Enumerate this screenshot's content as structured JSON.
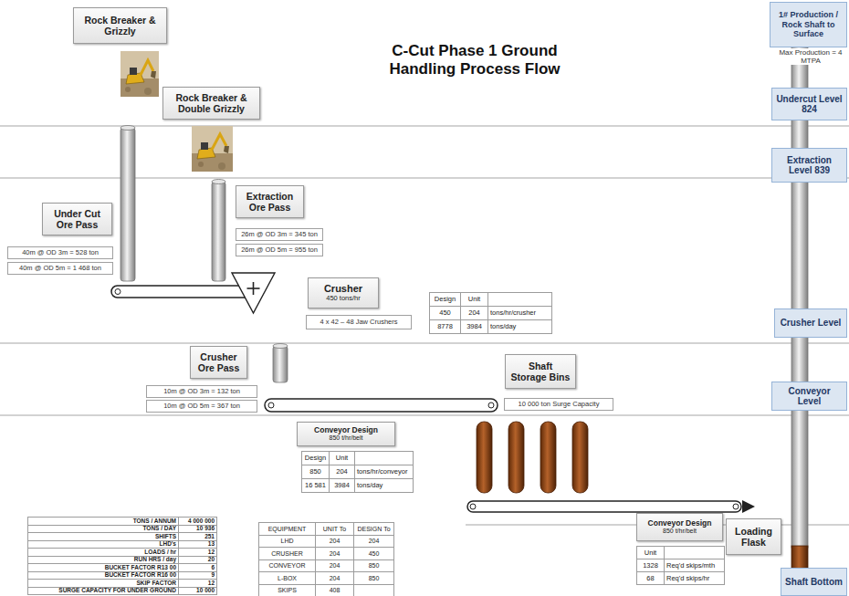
{
  "diagram": {
    "title": "C-Cut Phase 1 Ground Handling Process Flow",
    "nodes": [
      {
        "text": [
          "1# Production / Rock Shaft to Surface"
        ]
      },
      {
        "text": [
          "Rock Breaker & Grizzly"
        ]
      },
      {
        "text": [
          "Undercut Level 824"
        ]
      },
      {
        "text": [
          "Rock Breaker & Double Grizzly"
        ]
      },
      {
        "text": [
          "Extraction Level 839"
        ]
      },
      {
        "text": [
          "Extraction Ore Pass"
        ]
      },
      {
        "text": [
          "Under Cut Ore Pass"
        ]
      },
      {
        "text": [
          "26m @ OD 3m = 345 ton"
        ]
      },
      {
        "text": [
          "26m @ OD 5m = 955 ton"
        ]
      },
      {
        "text": [
          "40m @ OD 3m = 528 ton"
        ]
      },
      {
        "text": [
          "40m @ OD 5m = 1 468 ton"
        ]
      },
      {
        "text": [
          "Crusher",
          "450 tons/hr"
        ]
      },
      {
        "text": [
          "4 x 42 – 48 Jaw Crushers"
        ]
      },
      {
        "text": [
          "Crusher Level"
        ]
      },
      {
        "text": [
          "Crusher Ore Pass"
        ]
      },
      {
        "text": [
          "Shaft Storage Bins"
        ]
      },
      {
        "text": [
          "Conveyor Level"
        ]
      },
      {
        "text": [
          "10m @ OD 3m = 132 ton"
        ]
      },
      {
        "text": [
          "10m @ OD 5m = 367 ton"
        ]
      },
      {
        "text": [
          "10 000 ton Surge Capacity"
        ]
      },
      {
        "text": [
          "Conveyor Design",
          "850 t/hr/belt"
        ]
      },
      {
        "text": [
          "Conveyor Design",
          "850 t/hr/belt"
        ]
      },
      {
        "text": [
          "Loading Flask"
        ]
      },
      {
        "text": [
          "Shaft Bottom"
        ]
      }
    ],
    "labels": [
      "Max Production = 4 MTPA",
      "Design",
      "Unit",
      "450",
      "204",
      "tons/hr/crusher",
      "8778",
      "3984",
      "tons/day",
      "Design",
      "Unit",
      "850",
      "204",
      "tons/hr/conveyor",
      "16 581",
      "3984",
      "tons/day",
      "Unit",
      "1328",
      "Req'd skips/mth",
      "68",
      "Req'd skips/hr",
      "TONS / ANNUM",
      "4 000 000",
      "TONS / DAY",
      "10 936",
      "SHIFTS",
      "251",
      "LHD's",
      "13",
      "LOADS / hr",
      "12",
      "RUN HRS / day",
      "20",
      "BUCKET FACTOR R13 00",
      "6",
      "BUCKET FACTOR R16 00",
      "9",
      "SKIP FACTOR",
      "12",
      "SURGE CAPACITY FOR UNDER GROUND",
      "10 000",
      "EQUIPMENT",
      "UNIT To",
      "DESIGN To",
      "LHD",
      "204",
      "204",
      "CRUSHER",
      "204",
      "450",
      "CONVEYOR",
      "204",
      "850",
      "L-BOX",
      "204",
      "850",
      "SKIPS",
      "408"
    ]
  }
}
